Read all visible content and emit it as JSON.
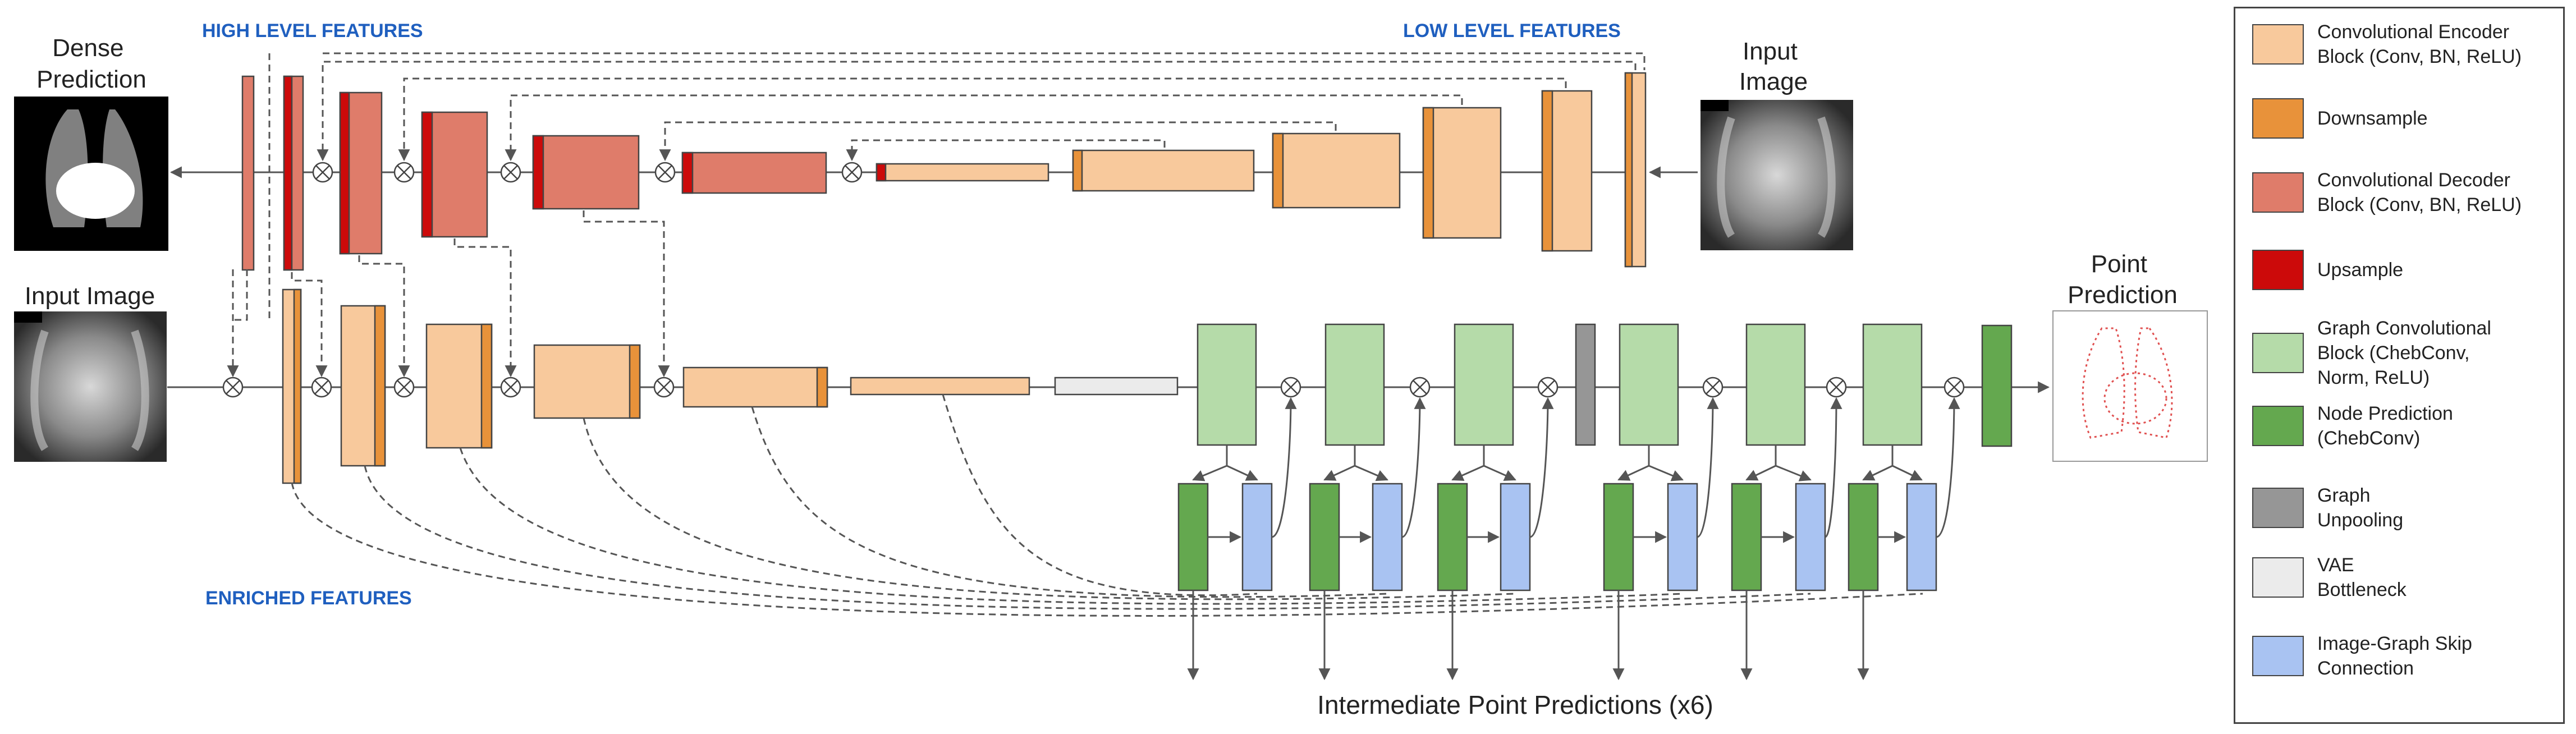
{
  "headings": {
    "high_level": "HIGH LEVEL FEATURES",
    "low_level": "LOW LEVEL FEATURES",
    "enriched": "ENRICHED FEATURES"
  },
  "labels": {
    "dense_prediction": "Dense\nPrediction",
    "input_image_top": "Input\nImage",
    "input_image_left": "Input Image",
    "point_prediction": "Point\nPrediction",
    "intermediate": "Intermediate Point Predictions (x6)"
  },
  "legend": [
    {
      "label": "Convolutional Encoder\nBlock (Conv, BN, ReLU)",
      "color": "#f8c99c"
    },
    {
      "label": "Downsample",
      "color": "#e8923a"
    },
    {
      "label": "Convolutional Decoder\nBlock (Conv, BN, ReLU)",
      "color": "#df7c6a"
    },
    {
      "label": "Upsample",
      "color": "#cc0a0a"
    },
    {
      "label": "Graph Convolutional\nBlock (ChebConv,\nNorm, ReLU)",
      "color": "#b5dba9"
    },
    {
      "label": "Node Prediction\n(ChebConv)",
      "color": "#64a84f"
    },
    {
      "label": "Graph\nUnpooling",
      "color": "#969696"
    },
    {
      "label": "VAE\nBottleneck",
      "color": "#ebebeb"
    },
    {
      "label": "Image-Graph Skip\nConnection",
      "color": "#a9c3f2"
    }
  ]
}
